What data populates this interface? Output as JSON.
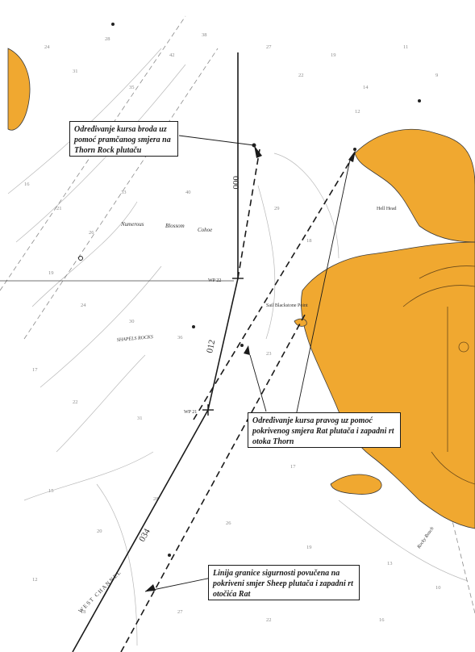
{
  "callouts": [
    {
      "text": "Određivanje kursa broda uz pomoć pramčanog smjera na Thorn Rock plutaču"
    },
    {
      "text": "Određivanje kursa pravog uz pomoć pokrivenog smjera Rat plutača i zapadni rt otoka Thorn"
    },
    {
      "text": "Linija granice sigurnosti povučena na pokriveni smjer Sheep plutača i zapadni rt otočića Rat"
    }
  ],
  "course_labels": {
    "c1": "000",
    "c2": "012",
    "c3": "034"
  },
  "waypoints": {
    "wp22": "WP 22",
    "wp21": "WP 21"
  },
  "place_names": {
    "numerous": "Numerous",
    "blossom": "Blossom",
    "cohoe": "Cohoe",
    "rat_pt": "Sail Blackstone Point",
    "head": "Hell Head",
    "channel": "WEST CHANNEL",
    "reef": "SHAPELS ROCKS",
    "reach": "Rocky Reach"
  },
  "colors": {
    "land": "#f0a830",
    "ink": "#1a1a1a",
    "depth": "#999999"
  }
}
